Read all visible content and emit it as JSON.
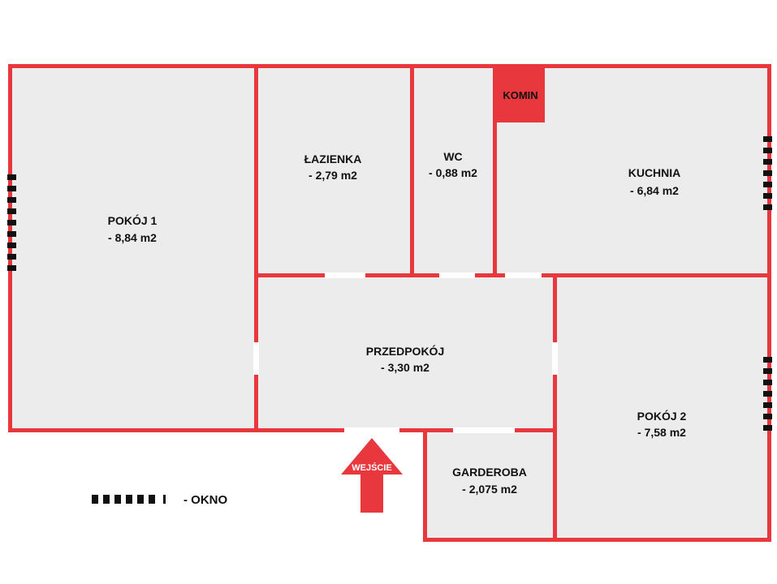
{
  "rooms": {
    "pokoj1": {
      "name": "POKÓJ 1",
      "area": "- 8,84 m2"
    },
    "lazienka": {
      "name": "ŁAZIENKA",
      "area": "- 2,79 m2"
    },
    "wc": {
      "name": "WC",
      "area": "- 0,88 m2"
    },
    "kuchnia": {
      "name": "KUCHNIA",
      "area": "- 6,84 m2"
    },
    "przedpokoj": {
      "name": "PRZEDPOKÓJ",
      "area": "- 3,30 m2"
    },
    "pokoj2": {
      "name": "POKÓJ 2",
      "area": "- 7,58 m2"
    },
    "garderoba": {
      "name": "GARDEROBA",
      "area": "- 2,075 m2"
    }
  },
  "chimney": {
    "label": "KOMIN"
  },
  "entrance": {
    "label": "WEJŚCIE"
  },
  "legend": {
    "window_label": "- OKNO"
  },
  "colors": {
    "wall": "#e8383d",
    "floor": "#ececec",
    "window": "#111111",
    "text": "#111111"
  }
}
